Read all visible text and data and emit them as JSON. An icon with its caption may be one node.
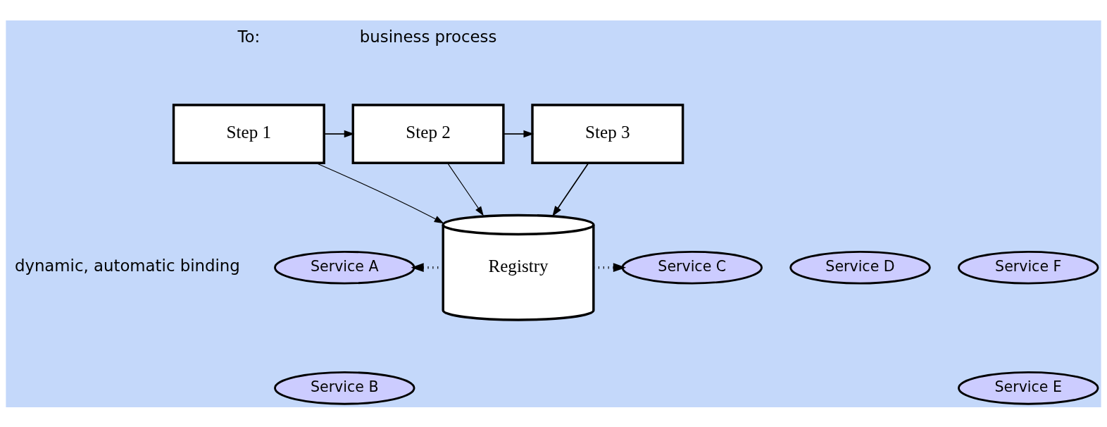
{
  "diagram": {
    "nodes": [
      {
        "text": [
          "Step 1"
        ]
      },
      {
        "text": [
          "Step 2"
        ]
      },
      {
        "text": [
          "Step 3"
        ]
      },
      {
        "text": [
          "Registry"
        ]
      },
      {
        "text": [
          "Service A"
        ]
      },
      {
        "text": [
          "Service B"
        ]
      },
      {
        "text": [
          "Service C"
        ]
      },
      {
        "text": [
          "Service D"
        ]
      },
      {
        "text": [
          "Service F"
        ]
      },
      {
        "text": [
          "Service E"
        ]
      }
    ],
    "edges": [
      {
        "from": 0,
        "to": 1,
        "arrow": "to"
      },
      {
        "from": 1,
        "to": 2,
        "arrow": "to"
      },
      {
        "from": 0,
        "to": 3,
        "arrow": "to"
      },
      {
        "from": 1,
        "to": 3,
        "arrow": "to"
      },
      {
        "from": 2,
        "to": 3,
        "arrow": "to"
      },
      {
        "from": 3,
        "to": 4,
        "arrow": "to",
        "style": "dashed"
      },
      {
        "from": 3,
        "to": 6,
        "arrow": "to",
        "style": "dashed"
      }
    ],
    "labels": [
      "To:",
      "business process",
      "dynamic, automatic binding"
    ]
  }
}
